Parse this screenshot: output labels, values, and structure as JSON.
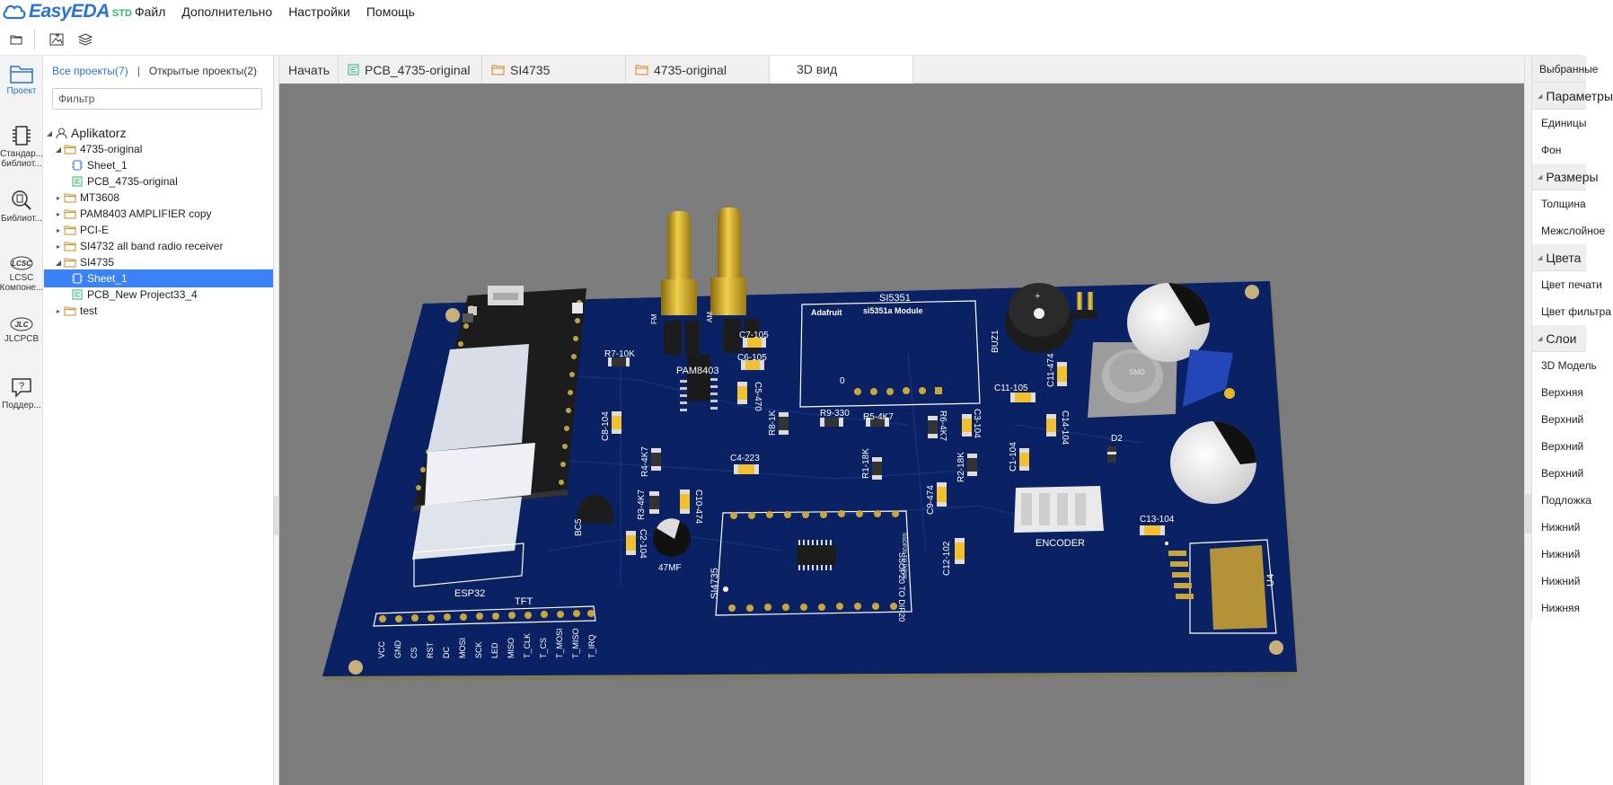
{
  "app": {
    "brand": "EasyEDA",
    "edition": "STD",
    "menu": [
      "Файл",
      "Дополнительно",
      "Настройки",
      "Помощь"
    ]
  },
  "toolbar": {
    "icons": [
      "folder-icon",
      "image-export-icon",
      "layers-icon"
    ]
  },
  "left_rail": {
    "items": [
      {
        "label": "Проект",
        "icon": "project-icon",
        "active": true
      },
      {
        "label": "Стандар... библиот...",
        "icon": "chip-library-icon",
        "active": false
      },
      {
        "label": "Библиот...",
        "icon": "library-search-icon",
        "active": false
      },
      {
        "label": "LCSC Компоне...",
        "icon": "lcsc-icon",
        "active": false
      },
      {
        "label": "JLCPCB",
        "icon": "jlcpcb-icon",
        "active": false
      },
      {
        "label": "Поддер...",
        "icon": "support-icon",
        "active": false
      }
    ]
  },
  "project_panel": {
    "all_projects": "Все проекты(7)",
    "separator": "|",
    "open_projects": "Открытые проекты(2)",
    "filter_placeholder": "Фильтр",
    "tree": [
      {
        "label": "Aplikatorz",
        "type": "user",
        "level": 0,
        "expanded": true
      },
      {
        "label": "4735-original",
        "type": "folder",
        "level": 1,
        "expanded": true
      },
      {
        "label": "Sheet_1",
        "type": "schematic",
        "level": 2
      },
      {
        "label": "PCB_4735-original",
        "type": "pcb",
        "level": 2
      },
      {
        "label": "MT3608",
        "type": "folder",
        "level": 1,
        "expanded": false
      },
      {
        "label": "PAM8403 AMPLIFIER copy",
        "type": "folder",
        "level": 1,
        "expanded": false
      },
      {
        "label": "PCI-E",
        "type": "folder",
        "level": 1,
        "expanded": false
      },
      {
        "label": "SI4732 all band radio receiver",
        "type": "folder",
        "level": 1,
        "expanded": false
      },
      {
        "label": "SI4735",
        "type": "folder",
        "level": 1,
        "expanded": true
      },
      {
        "label": "Sheet_1",
        "type": "schematic",
        "level": 2,
        "selected": true
      },
      {
        "label": "PCB_New Project33_4",
        "type": "pcb",
        "level": 2
      },
      {
        "label": "test",
        "type": "folder",
        "level": 1,
        "expanded": false
      }
    ]
  },
  "tabs": [
    {
      "label": "Начать",
      "icon": "",
      "active": false
    },
    {
      "label": "PCB_4735-original",
      "icon": "pcb-tab-icon",
      "active": false
    },
    {
      "label": "SI4735",
      "icon": "folder-tab-icon",
      "active": false
    },
    {
      "label": "4735-original",
      "icon": "folder-tab-icon",
      "active": false
    },
    {
      "label": "3D вид",
      "icon": "",
      "active": true
    }
  ],
  "pcb_3d": {
    "board_color": "#0a2163",
    "silkscreen": {
      "r7": "R7-10K",
      "pam": "PAM8403",
      "c7": "C7-105",
      "c6": "C6-105",
      "c5": "C5-470",
      "c8": "C8-104",
      "r8": "R8-1K",
      "r9": "R9-330",
      "r5": "R5-4K7",
      "r6": "R6-4K7",
      "c3": "C3-104",
      "r4": "R4-4K7",
      "c4": "C4-223",
      "r1": "R1-18K",
      "r2": "R2-18K",
      "c1": "C1-104",
      "r3": "R3-4K7",
      "c10": "C10-474",
      "c9": "C9-474",
      "c2": "C2-104",
      "cap47": "47MF",
      "bc": "BC5",
      "esp32": "ESP32",
      "tft": "TFT",
      "tft_pins": [
        "VCC",
        "GND",
        "CS",
        "RST",
        "DC",
        "MOSI",
        "SCK",
        "LED",
        "MISO",
        "T_CLK",
        "T_CS",
        "T_MOSI",
        "T_MISO",
        "T_IRQ"
      ],
      "si5351": "SI5351",
      "adafruit": "Adafruit",
      "si5351_module": "si5351a Module",
      "zero": "0",
      "buz": "BUZ1",
      "c11_105": "C11-105",
      "c11_474": "C11-474",
      "c14": "C14-104",
      "d2": "D2",
      "c13": "C13-104",
      "encoder": "ENCODER",
      "c12": "C12-102",
      "si4735": "SI4735",
      "ssop": "SSOP20 TO DIP20",
      "ssop_small": "SSOP20 TO DIP20",
      "u4": "U4",
      "fm": "FM",
      "am": "AM",
      "smd": "SMD"
    }
  },
  "right_panel": {
    "header": "Выбранные",
    "rows": [
      {
        "kind": "section",
        "label": "Параметры"
      },
      {
        "kind": "row",
        "label": "Единицы"
      },
      {
        "kind": "row",
        "label": "Фон"
      },
      {
        "kind": "section",
        "label": "Размеры"
      },
      {
        "kind": "row",
        "label": "Толщина"
      },
      {
        "kind": "row",
        "label": "Межслойное"
      },
      {
        "kind": "section",
        "label": "Цвета"
      },
      {
        "kind": "row",
        "label": "Цвет печати"
      },
      {
        "kind": "row",
        "label": "Цвет фильтра"
      },
      {
        "kind": "section",
        "label": "Слои"
      },
      {
        "kind": "row",
        "label": "3D Модель"
      },
      {
        "kind": "row",
        "label": "Верхняя"
      },
      {
        "kind": "row",
        "label": "Верхний"
      },
      {
        "kind": "row",
        "label": "Верхний"
      },
      {
        "kind": "row",
        "label": "Верхний"
      },
      {
        "kind": "row",
        "label": "Подложка"
      },
      {
        "kind": "row",
        "label": "Нижний"
      },
      {
        "kind": "row",
        "label": "Нижний"
      },
      {
        "kind": "row",
        "label": "Нижний"
      },
      {
        "kind": "row",
        "label": "Нижняя"
      }
    ]
  }
}
